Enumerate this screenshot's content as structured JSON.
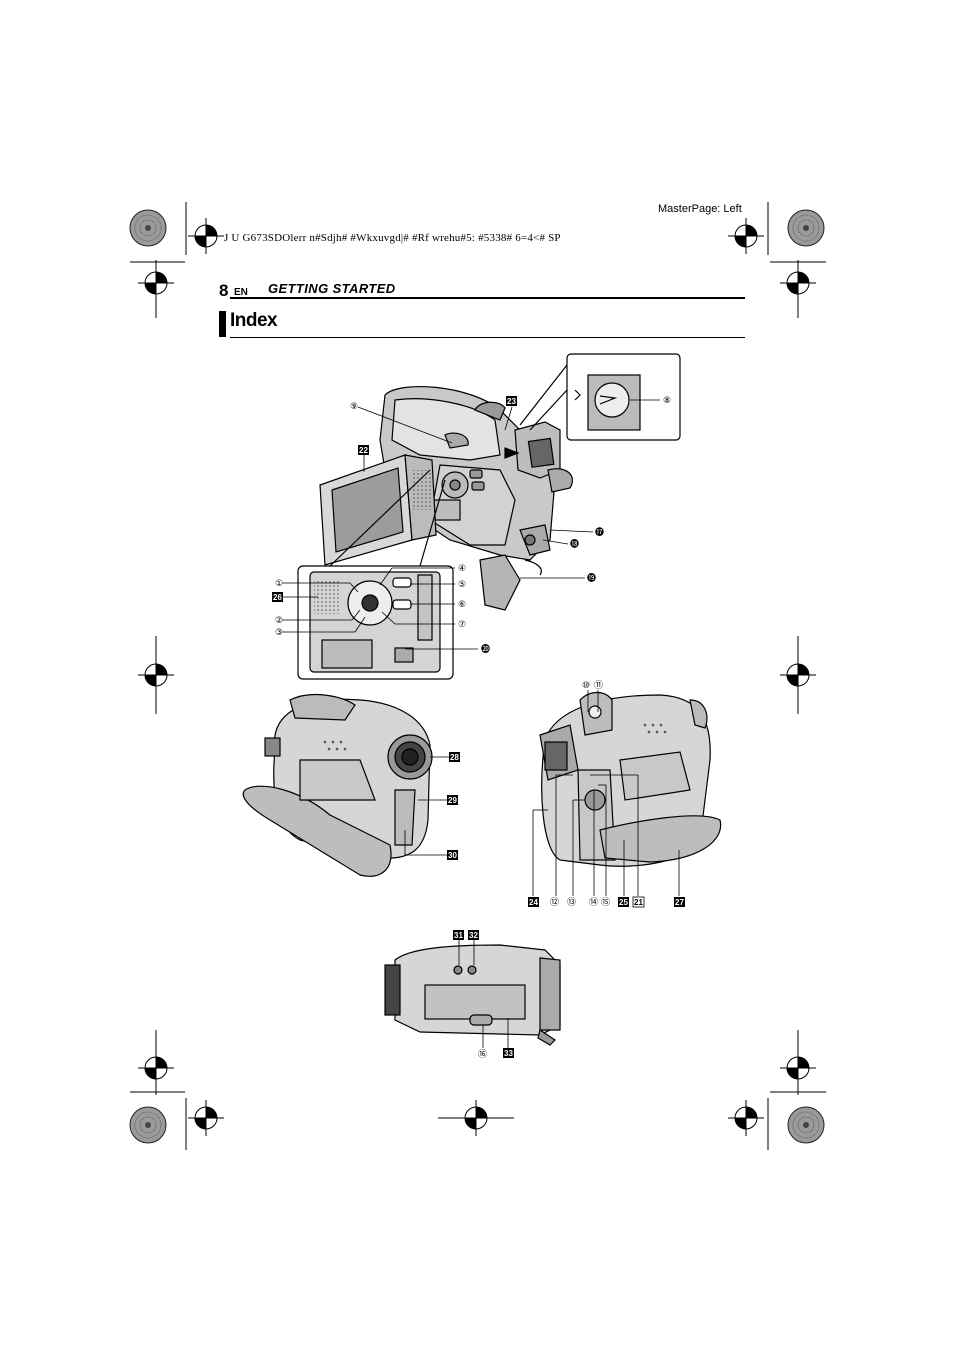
{
  "header": {
    "masterpage": "MasterPage: Left",
    "printline": "J U G673SDOlerr n#Sdjh# #Wkxuvgd|# #Rf wrehu#5: #5338# 6=4<# SP",
    "page_number": "8",
    "language": "EN",
    "section": "GETTING STARTED",
    "title": "Index"
  },
  "labels": {
    "c1": "①",
    "c2": "②",
    "c3": "③",
    "c4": "④",
    "c5": "⑤",
    "c6": "⑥",
    "c7": "⑦",
    "c8": "⑧",
    "c9": "⑨",
    "c10": "⑩",
    "c11": "⑪",
    "c12": "⑫",
    "c13": "⑬",
    "c14": "⑭",
    "c15": "⑮",
    "c16": "⑯",
    "c17": "⓱",
    "c18": "⓲",
    "c19": "⓳",
    "c20": "⓴",
    "b21": "21",
    "b22": "22",
    "b23": "23",
    "b24": "24",
    "b25": "25",
    "b26": "26",
    "b27": "27",
    "b28": "28",
    "b29": "29",
    "b30": "30",
    "b31": "31",
    "b32": "32",
    "b33": "33"
  }
}
